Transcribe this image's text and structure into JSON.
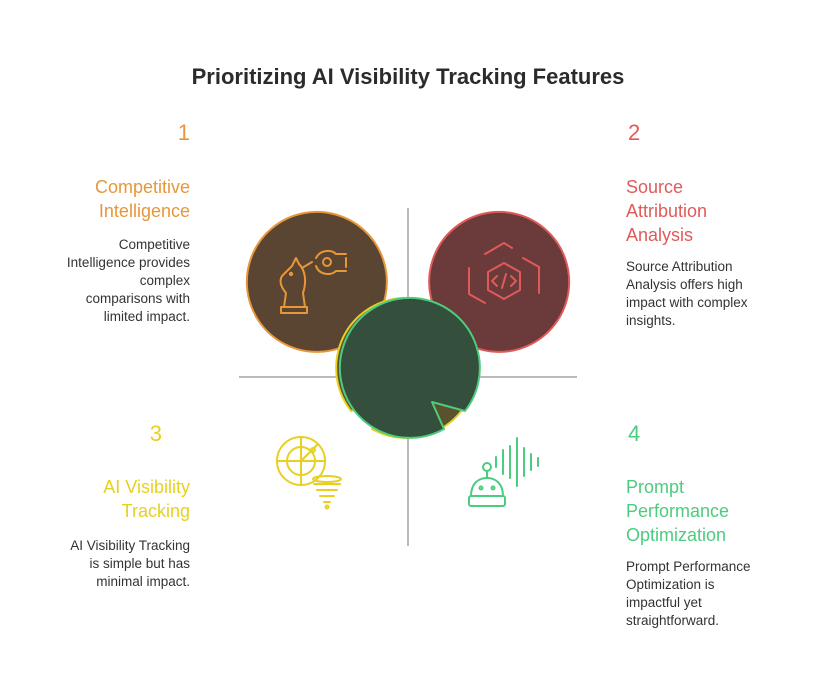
{
  "title": "Prioritizing AI Visibility Tracking Features",
  "quadrants": [
    {
      "number": "1",
      "heading_lines": [
        "Competitive",
        "Intelligence"
      ],
      "description_lines": [
        "Competitive",
        "Intelligence provides",
        "complex",
        "comparisons with",
        "limited impact."
      ],
      "color": "#e8963a",
      "fill": "#5a4532",
      "icon": "chess-knight-robot-arm-icon"
    },
    {
      "number": "2",
      "heading_lines": [
        "Source",
        "Attribution",
        "Analysis"
      ],
      "description_lines": [
        "Source Attribution",
        "Analysis offers high",
        "impact with complex",
        "insights."
      ],
      "color": "#e05a5a",
      "fill": "#6b3a3a",
      "icon": "code-hexagon-icon"
    },
    {
      "number": "3",
      "heading_lines": [
        "AI Visibility",
        "Tracking"
      ],
      "description_lines": [
        "AI Visibility Tracking",
        "is simple but has",
        "minimal impact."
      ],
      "color": "#e8d020",
      "fill": "#5a522c",
      "icon": "radar-funnel-icon"
    },
    {
      "number": "4",
      "heading_lines": [
        "Prompt",
        "Performance",
        "Optimization"
      ],
      "description_lines": [
        "Prompt Performance",
        "Optimization is",
        "impactful yet",
        "straightforward."
      ],
      "color": "#4ccc7f",
      "fill": "#344f3c",
      "icon": "robot-soundwave-icon"
    }
  ]
}
